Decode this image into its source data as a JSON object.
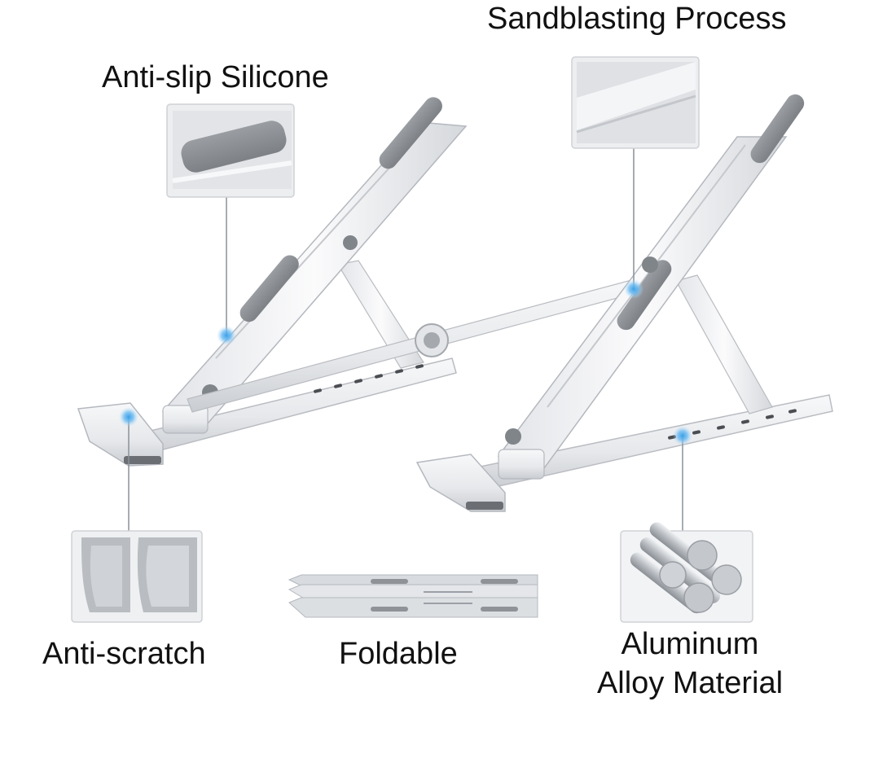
{
  "features": {
    "anti_slip": {
      "label": "Anti-slip Silicone",
      "icon": "silicone-pad-icon"
    },
    "sandblasting": {
      "label": "Sandblasting Process",
      "icon": "brushed-surface-icon"
    },
    "anti_scratch": {
      "label": "Anti-scratch",
      "icon": "curved-foot-icon"
    },
    "foldable": {
      "label": "Foldable",
      "icon": "folded-stand-icon"
    },
    "aluminum": {
      "line1": "Aluminum",
      "line2": "Alloy Material",
      "icon": "metal-rods-icon"
    }
  },
  "colors": {
    "aluminum_light": "#f1f2f4",
    "aluminum_mid": "#d9dce0",
    "aluminum_dark": "#b4b8be",
    "pad_gray": "#8f9398",
    "callout_blue": "#3aa0e8",
    "leader_line": "#8a9199"
  }
}
